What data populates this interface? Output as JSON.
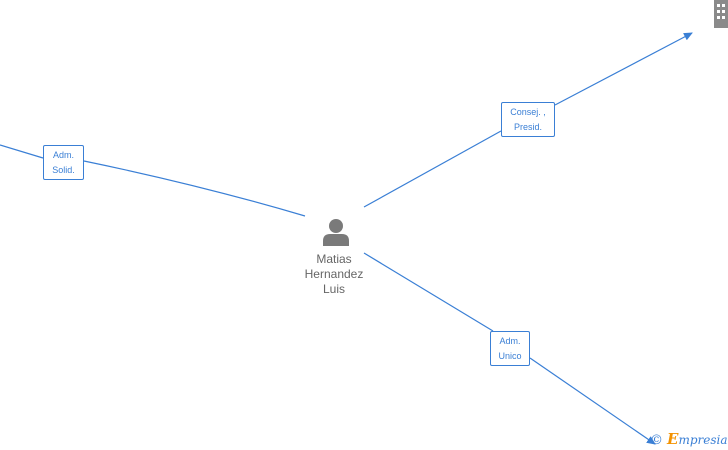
{
  "person": {
    "name_lines": [
      "Matias",
      "Hernandez",
      "Luis"
    ]
  },
  "relations": [
    {
      "id": "adm-solid",
      "lines": [
        "Adm.",
        "Solid."
      ]
    },
    {
      "id": "consej",
      "lines": [
        "Consej. ,",
        "Presid."
      ]
    },
    {
      "id": "adm-unico",
      "lines": [
        "Adm.",
        "Unico"
      ]
    }
  ],
  "brand": {
    "copyright": "©",
    "initial": "E",
    "rest": "mpresia"
  },
  "colors": {
    "edge": "#3a7fd5",
    "person_icon": "#7a7a7a",
    "company_icon": "#8a8a8a",
    "brand_accent": "#f39200"
  },
  "icons": {
    "person": "person-icon",
    "company": "building-icon",
    "copyright": "copyright-icon"
  }
}
